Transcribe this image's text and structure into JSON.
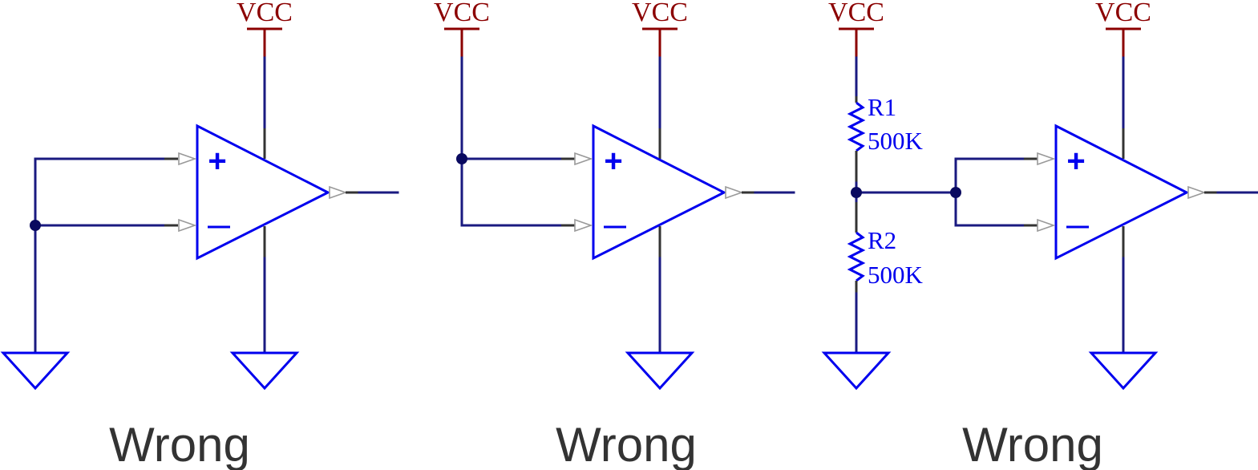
{
  "power_label": "VCC",
  "opamp": {
    "plus_symbol": "+",
    "minus_symbol": "−"
  },
  "circuits": [
    {
      "caption": "Wrong"
    },
    {
      "caption": "Wrong"
    },
    {
      "caption": "Wrong",
      "resistors": [
        {
          "ref": "R1",
          "value": "500K"
        },
        {
          "ref": "R2",
          "value": "500K"
        }
      ]
    }
  ],
  "colors": {
    "wire": "#1a1a80",
    "symbol": "#0000ee",
    "power": "#8b0000",
    "caption": "#333333"
  }
}
